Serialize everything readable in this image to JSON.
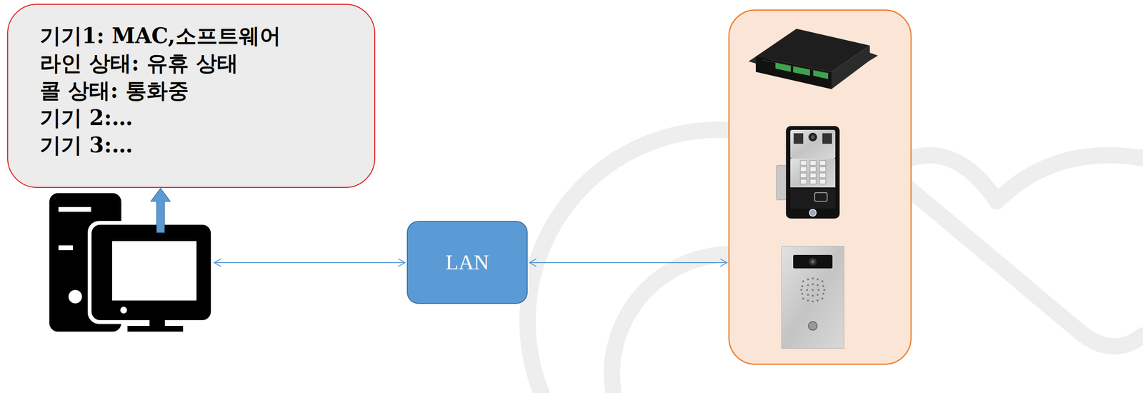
{
  "diagram": {
    "nodes": [
      {
        "text": [
          "기기1: MAC,소프트웨어",
          "라인 상태: 유휴 상태",
          "콜 상태: 통화중",
          "기기 2:…",
          "기기 3:…"
        ]
      },
      {
        "text": [
          "LAN"
        ]
      }
    ]
  }
}
